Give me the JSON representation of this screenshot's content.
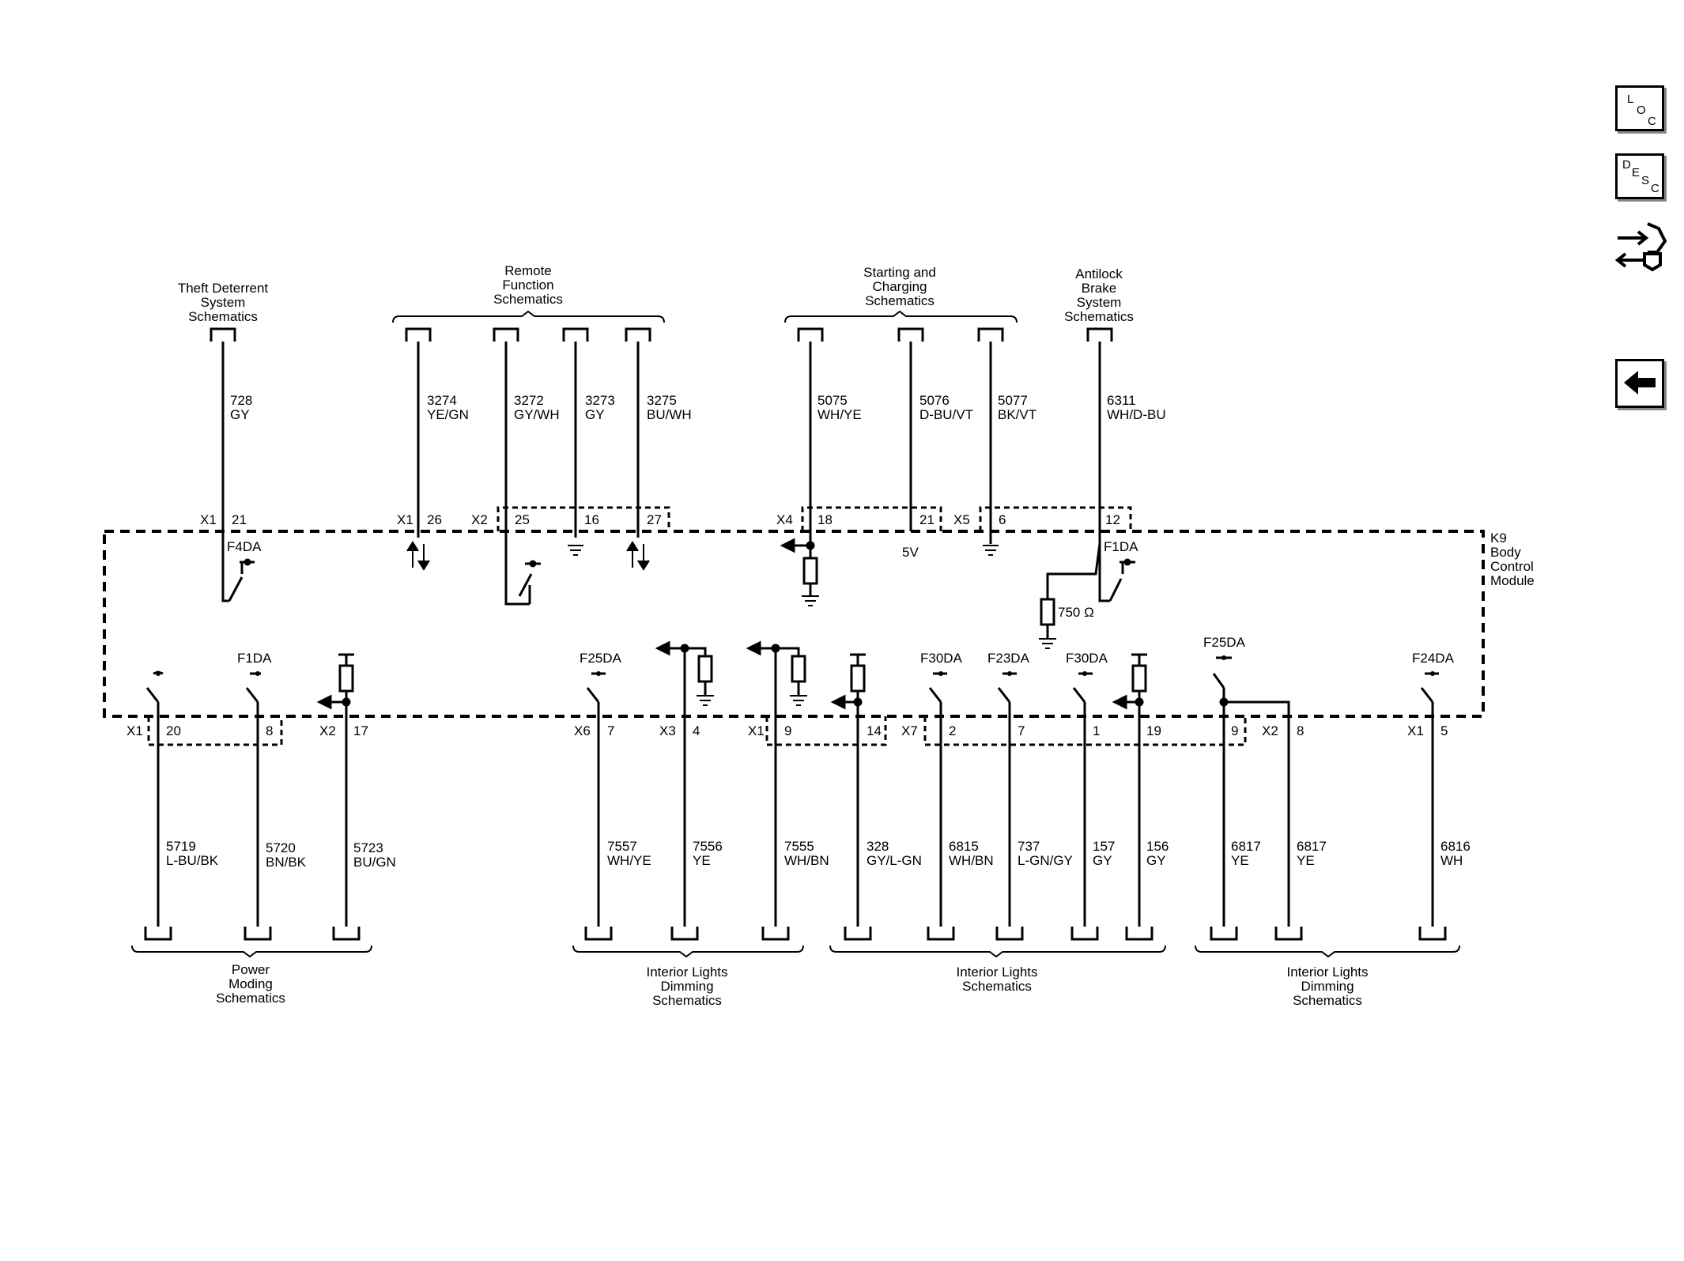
{
  "toolbar": {
    "loc": [
      "L",
      "O",
      "C"
    ],
    "desc": [
      "D",
      "E",
      "S",
      "C"
    ]
  },
  "module": {
    "name": [
      "K9",
      "Body",
      "Control",
      "Module"
    ]
  },
  "top_destinations": {
    "theft": [
      "Theft Deterrent",
      "System",
      "Schematics"
    ],
    "remote": [
      "Remote",
      "Function",
      "Schematics"
    ],
    "starting": [
      "Starting and",
      "Charging",
      "Schematics"
    ],
    "abs": [
      "Antilock",
      "Brake",
      "System",
      "Schematics"
    ]
  },
  "bottom_destinations": {
    "power": [
      "Power",
      "Moding",
      "Schematics"
    ],
    "dimming1": [
      "Interior Lights",
      "Dimming",
      "Schematics"
    ],
    "interior": [
      "Interior Lights",
      "Schematics"
    ],
    "dimming2": [
      "Interior Lights",
      "Dimming",
      "Schematics"
    ]
  },
  "top_wires": [
    {
      "circuit": "728",
      "color": "GY"
    },
    {
      "circuit": "3274",
      "color": "YE/GN"
    },
    {
      "circuit": "3272",
      "color": "GY/WH"
    },
    {
      "circuit": "3273",
      "color": "GY"
    },
    {
      "circuit": "3275",
      "color": "BU/WH"
    },
    {
      "circuit": "5075",
      "color": "WH/YE"
    },
    {
      "circuit": "5076",
      "color": "D-BU/VT"
    },
    {
      "circuit": "5077",
      "color": "BK/VT"
    },
    {
      "circuit": "6311",
      "color": "WH/D-BU"
    }
  ],
  "top_pins": {
    "x1a": "X1",
    "p21": "21",
    "x1b": "X1",
    "p26": "26",
    "x2": "X2",
    "p25": "25",
    "p16": "16",
    "p27": "27",
    "x4": "X4",
    "p18": "18",
    "p21b": "21",
    "x5": "X5",
    "p6": "6",
    "p12": "12"
  },
  "internal": {
    "f4da": "F4DA",
    "f1da_top": "F1DA",
    "five_v": "5V",
    "resistor": "750 Ω",
    "f1da_b": "F1DA",
    "f25da_a": "F25DA",
    "f30da_a": "F30DA",
    "f23da": "F23DA",
    "f30da_b": "F30DA",
    "f25da_b": "F25DA",
    "f24da": "F24DA"
  },
  "bottom_pins": {
    "x1a": "X1",
    "p20": "20",
    "p8": "8",
    "x2a": "X2",
    "p17": "17",
    "x6": "X6",
    "p7": "7",
    "x3": "X3",
    "p4": "4",
    "x1b": "X1",
    "p9": "9",
    "p14": "14",
    "x7": "X7",
    "p2": "2",
    "p7b": "7",
    "p1": "1",
    "p19": "19",
    "p9b": "9",
    "x2b": "X2",
    "p8b": "8",
    "x1c": "X1",
    "p5": "5"
  },
  "bottom_wires": [
    {
      "circuit": "5719",
      "color": "L-BU/BK"
    },
    {
      "circuit": "5720",
      "color": "BN/BK"
    },
    {
      "circuit": "5723",
      "color": "BU/GN"
    },
    {
      "circuit": "7557",
      "color": "WH/YE"
    },
    {
      "circuit": "7556",
      "color": "YE"
    },
    {
      "circuit": "7555",
      "color": "WH/BN"
    },
    {
      "circuit": "328",
      "color": "GY/L-GN"
    },
    {
      "circuit": "6815",
      "color": "WH/BN"
    },
    {
      "circuit": "737",
      "color": "L-GN/GY"
    },
    {
      "circuit": "157",
      "color": "GY"
    },
    {
      "circuit": "156",
      "color": "GY"
    },
    {
      "circuit": "6817",
      "color": "YE"
    },
    {
      "circuit": "6817",
      "color": "YE"
    },
    {
      "circuit": "6816",
      "color": "WH"
    }
  ]
}
